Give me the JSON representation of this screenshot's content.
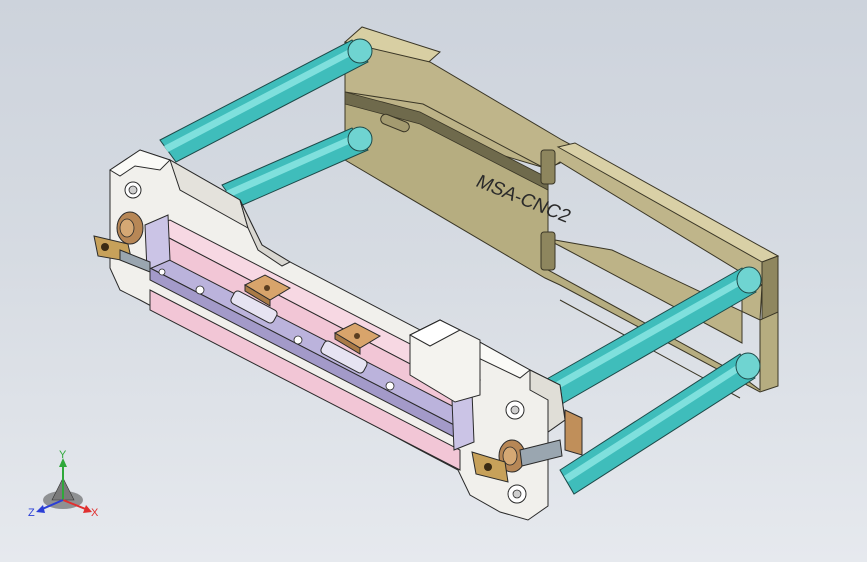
{
  "viewport": {
    "background_top": "#cdd3dc",
    "background_bottom": "#e6e9ee"
  },
  "model": {
    "engraving": "MSA-CNC2",
    "colors": {
      "plate": "#bdb387",
      "rod": "#3fbdbb",
      "pink_strip": "#f2c6d6",
      "lavender_strip": "#bbb3dc",
      "block_white": "#f1f0ec",
      "clamp_brass": "#c7a15a",
      "clamp_bronze": "#b78756"
    }
  },
  "triad": {
    "x_label": "X",
    "y_label": "Y",
    "z_label": "Z",
    "x_color": "#e03030",
    "y_color": "#2fa83a",
    "z_color": "#2b3fd6"
  }
}
